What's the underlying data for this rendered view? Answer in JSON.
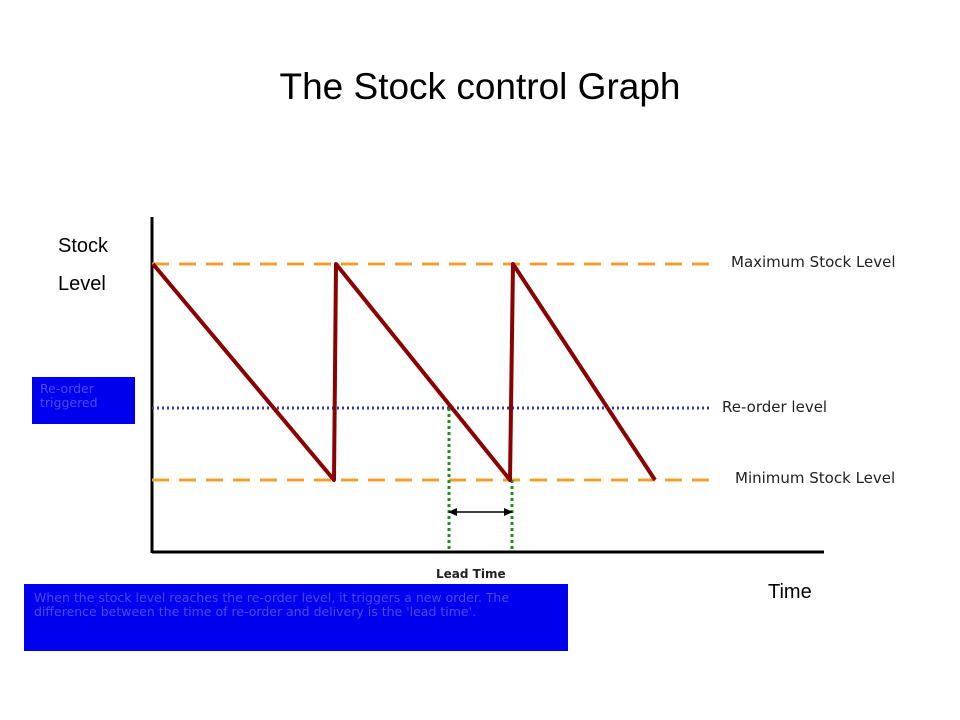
{
  "title": "The Stock control Graph",
  "y_axis_label_line1": "Stock",
  "y_axis_label_line2": "Level",
  "x_axis_label": "Time",
  "levels": {
    "maximum": "Maximum Stock Level",
    "reorder": "Re-order level",
    "minimum": "Minimum Stock Level"
  },
  "reorder_callout": "Re-order triggered",
  "lead_time_label": "Lead Time",
  "explanation": "When the stock level reaches the re-order level, it triggers a new order. The difference between the time of re-order and delivery is the 'lead time'.",
  "colors": {
    "stock_line": "#8b0000",
    "max_min_lines": "#f0a030",
    "reorder_line": "#3a3aa8",
    "lead_time_lines": "#1f8f1f",
    "callout_bg": "#0000ee"
  }
}
